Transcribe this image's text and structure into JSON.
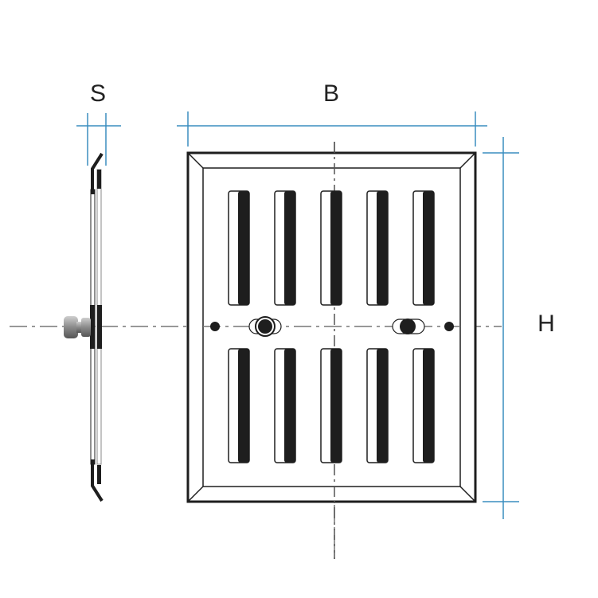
{
  "labels": {
    "thickness": "S",
    "width": "B",
    "height": "H"
  },
  "colors": {
    "dimension": "#3a8dbf",
    "outline": "#1e1e1e",
    "centerline": "#777777"
  },
  "slots": {
    "columns": 5,
    "rows": 2
  }
}
